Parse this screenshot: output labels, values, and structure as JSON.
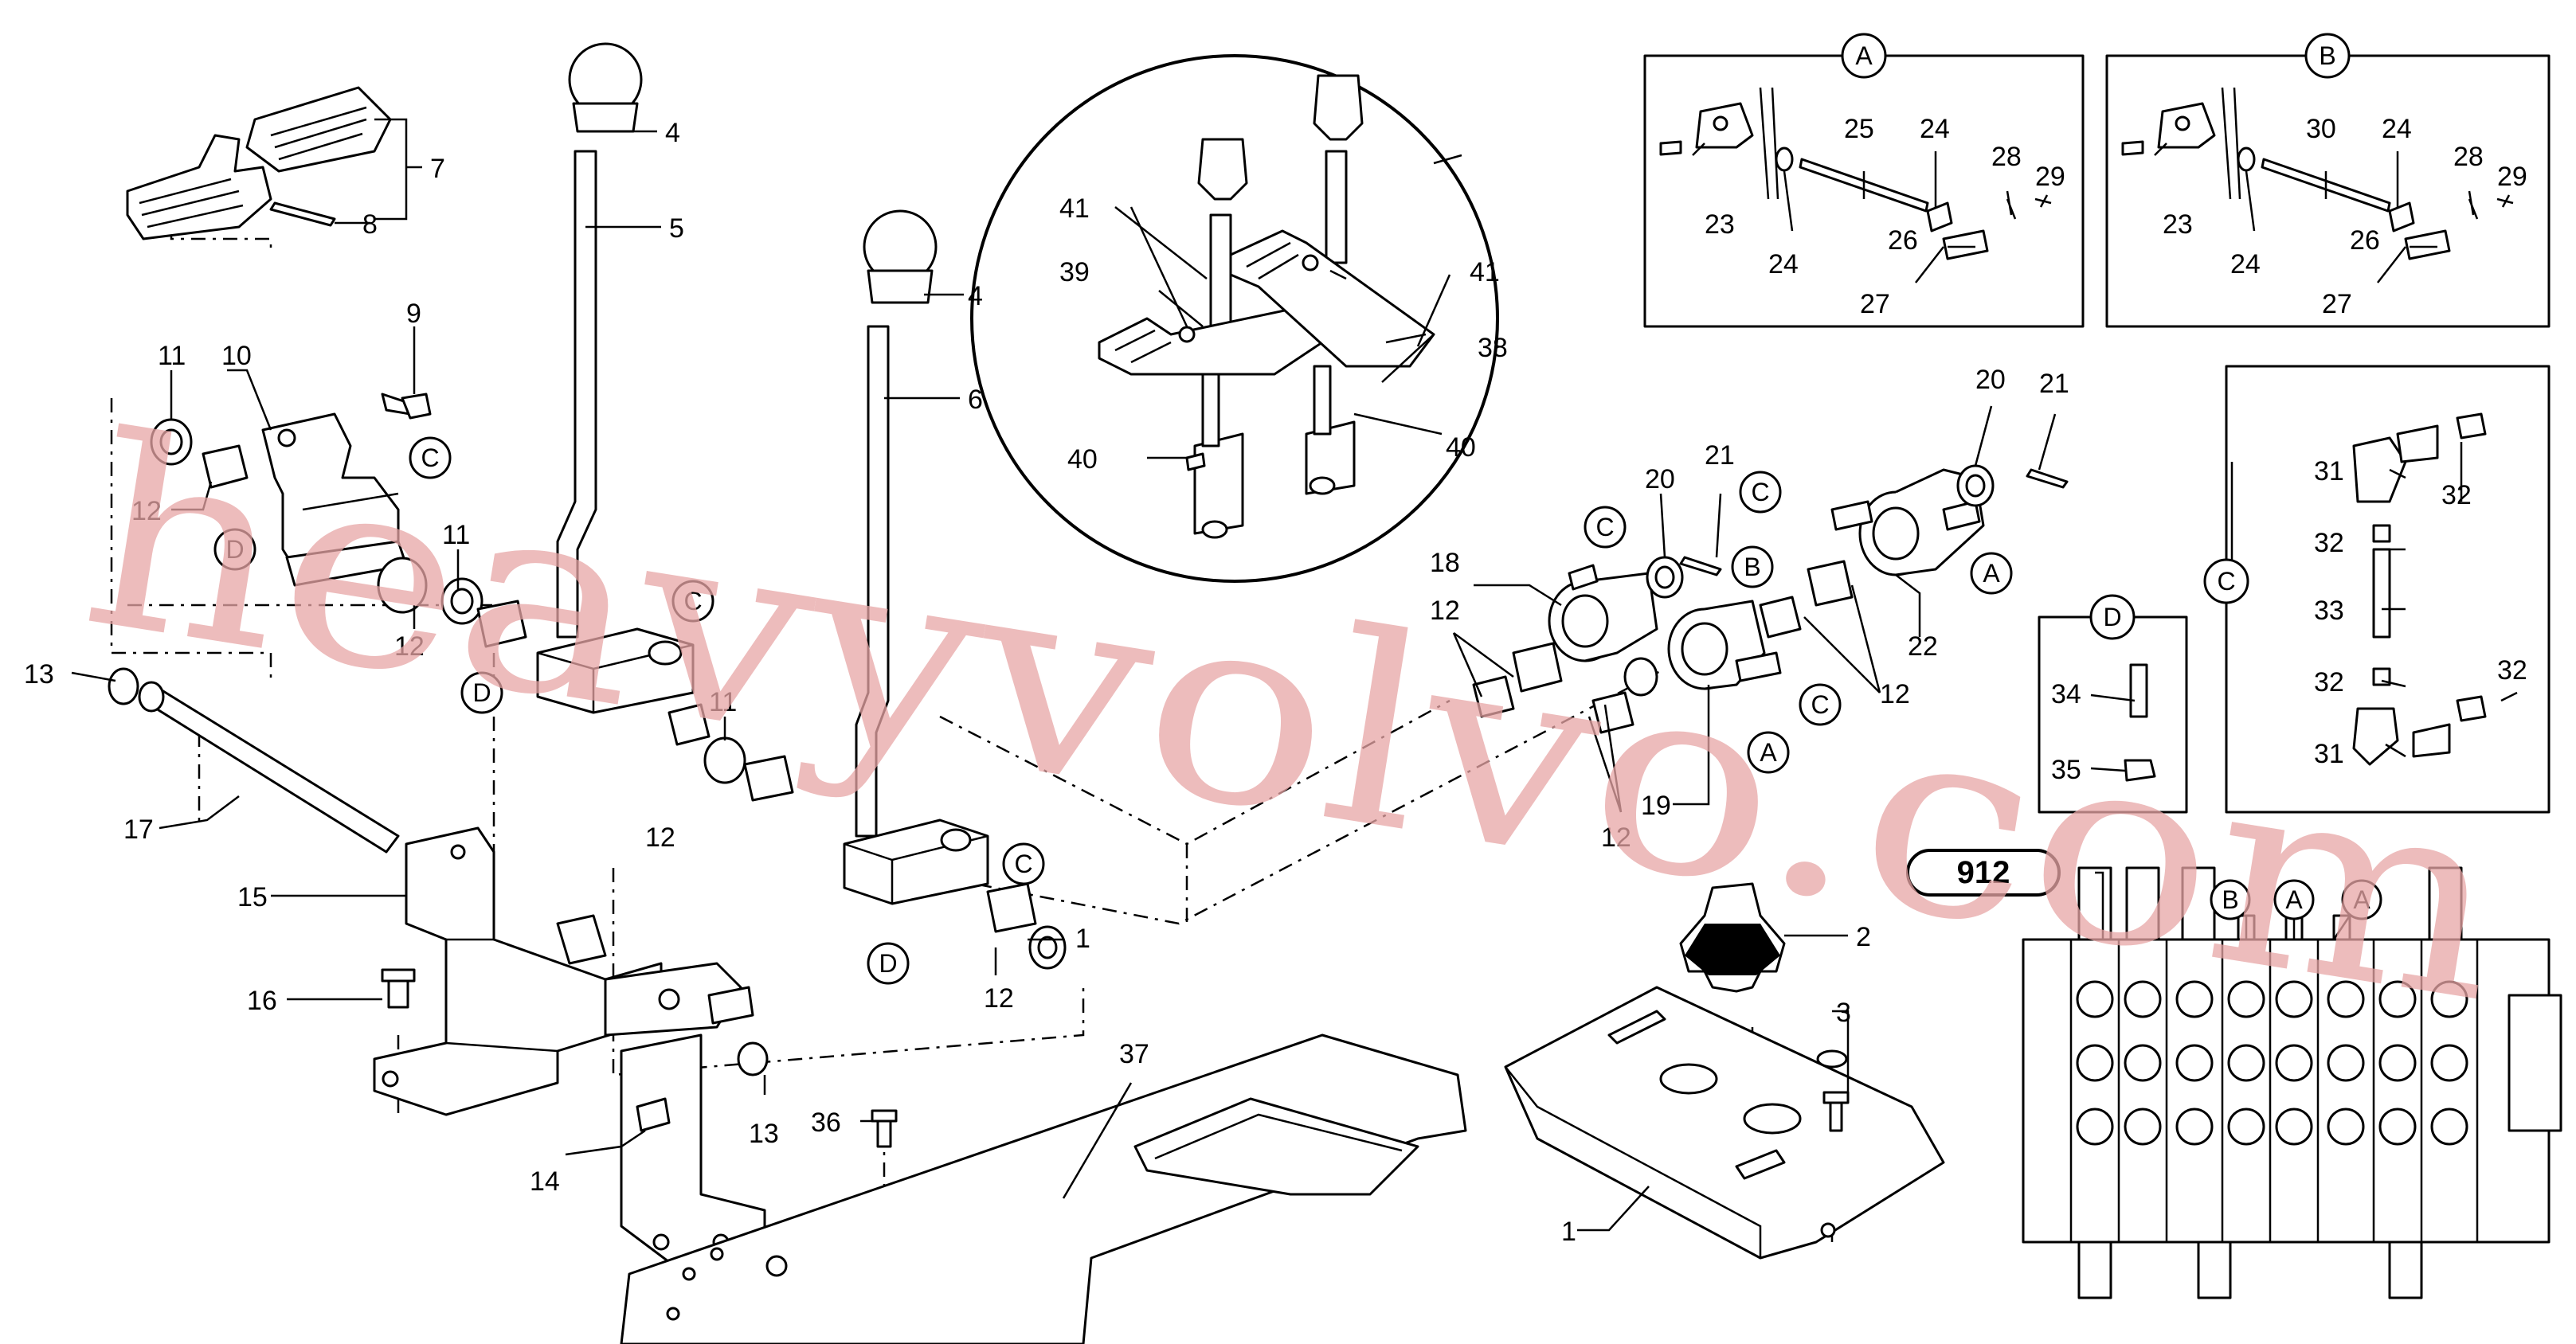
{
  "labels": {
    "l1a": "1",
    "l1b": "1",
    "l2": "2",
    "l3": "3",
    "l4a": "4",
    "l4b": "4",
    "l5": "5",
    "l6": "6",
    "l7": "7",
    "l8": "8",
    "l9": "9",
    "l10": "10",
    "l11a": "11",
    "l11b": "11",
    "l11c": "11",
    "l12a": "12",
    "l12b": "12",
    "l12c": "12",
    "l12d": "12",
    "l12e": "12",
    "l12f": "12",
    "l12g": "12",
    "l13a": "13",
    "l13b": "13",
    "l14": "14",
    "l15": "15",
    "l16": "16",
    "l17": "17",
    "l18": "18",
    "l19": "19",
    "l20a": "20",
    "l20b": "20",
    "l21a": "21",
    "l21b": "21",
    "l22": "22",
    "l23a": "23",
    "l23b": "23",
    "l24a": "24",
    "l24b": "24",
    "l24c": "24",
    "l24d": "24",
    "l25": "25",
    "l26a": "26",
    "l26b": "26",
    "l27a": "27",
    "l27b": "27",
    "l28a": "28",
    "l28b": "28",
    "l29a": "29",
    "l29b": "29",
    "l30": "30",
    "l31a": "31",
    "l31b": "31",
    "l32a": "32",
    "l32b": "32",
    "l32c": "32",
    "l32d": "32",
    "l33": "33",
    "l34": "34",
    "l35": "35",
    "l36": "36",
    "l37": "37",
    "l38": "38",
    "l39": "39",
    "l40a": "40",
    "l40b": "40",
    "l41a": "41",
    "l41b": "41"
  },
  "callouts": {
    "A": "A",
    "B": "B",
    "C": "C",
    "D": "D"
  },
  "reference_code": "912",
  "watermark": "heavyvolvo.com"
}
